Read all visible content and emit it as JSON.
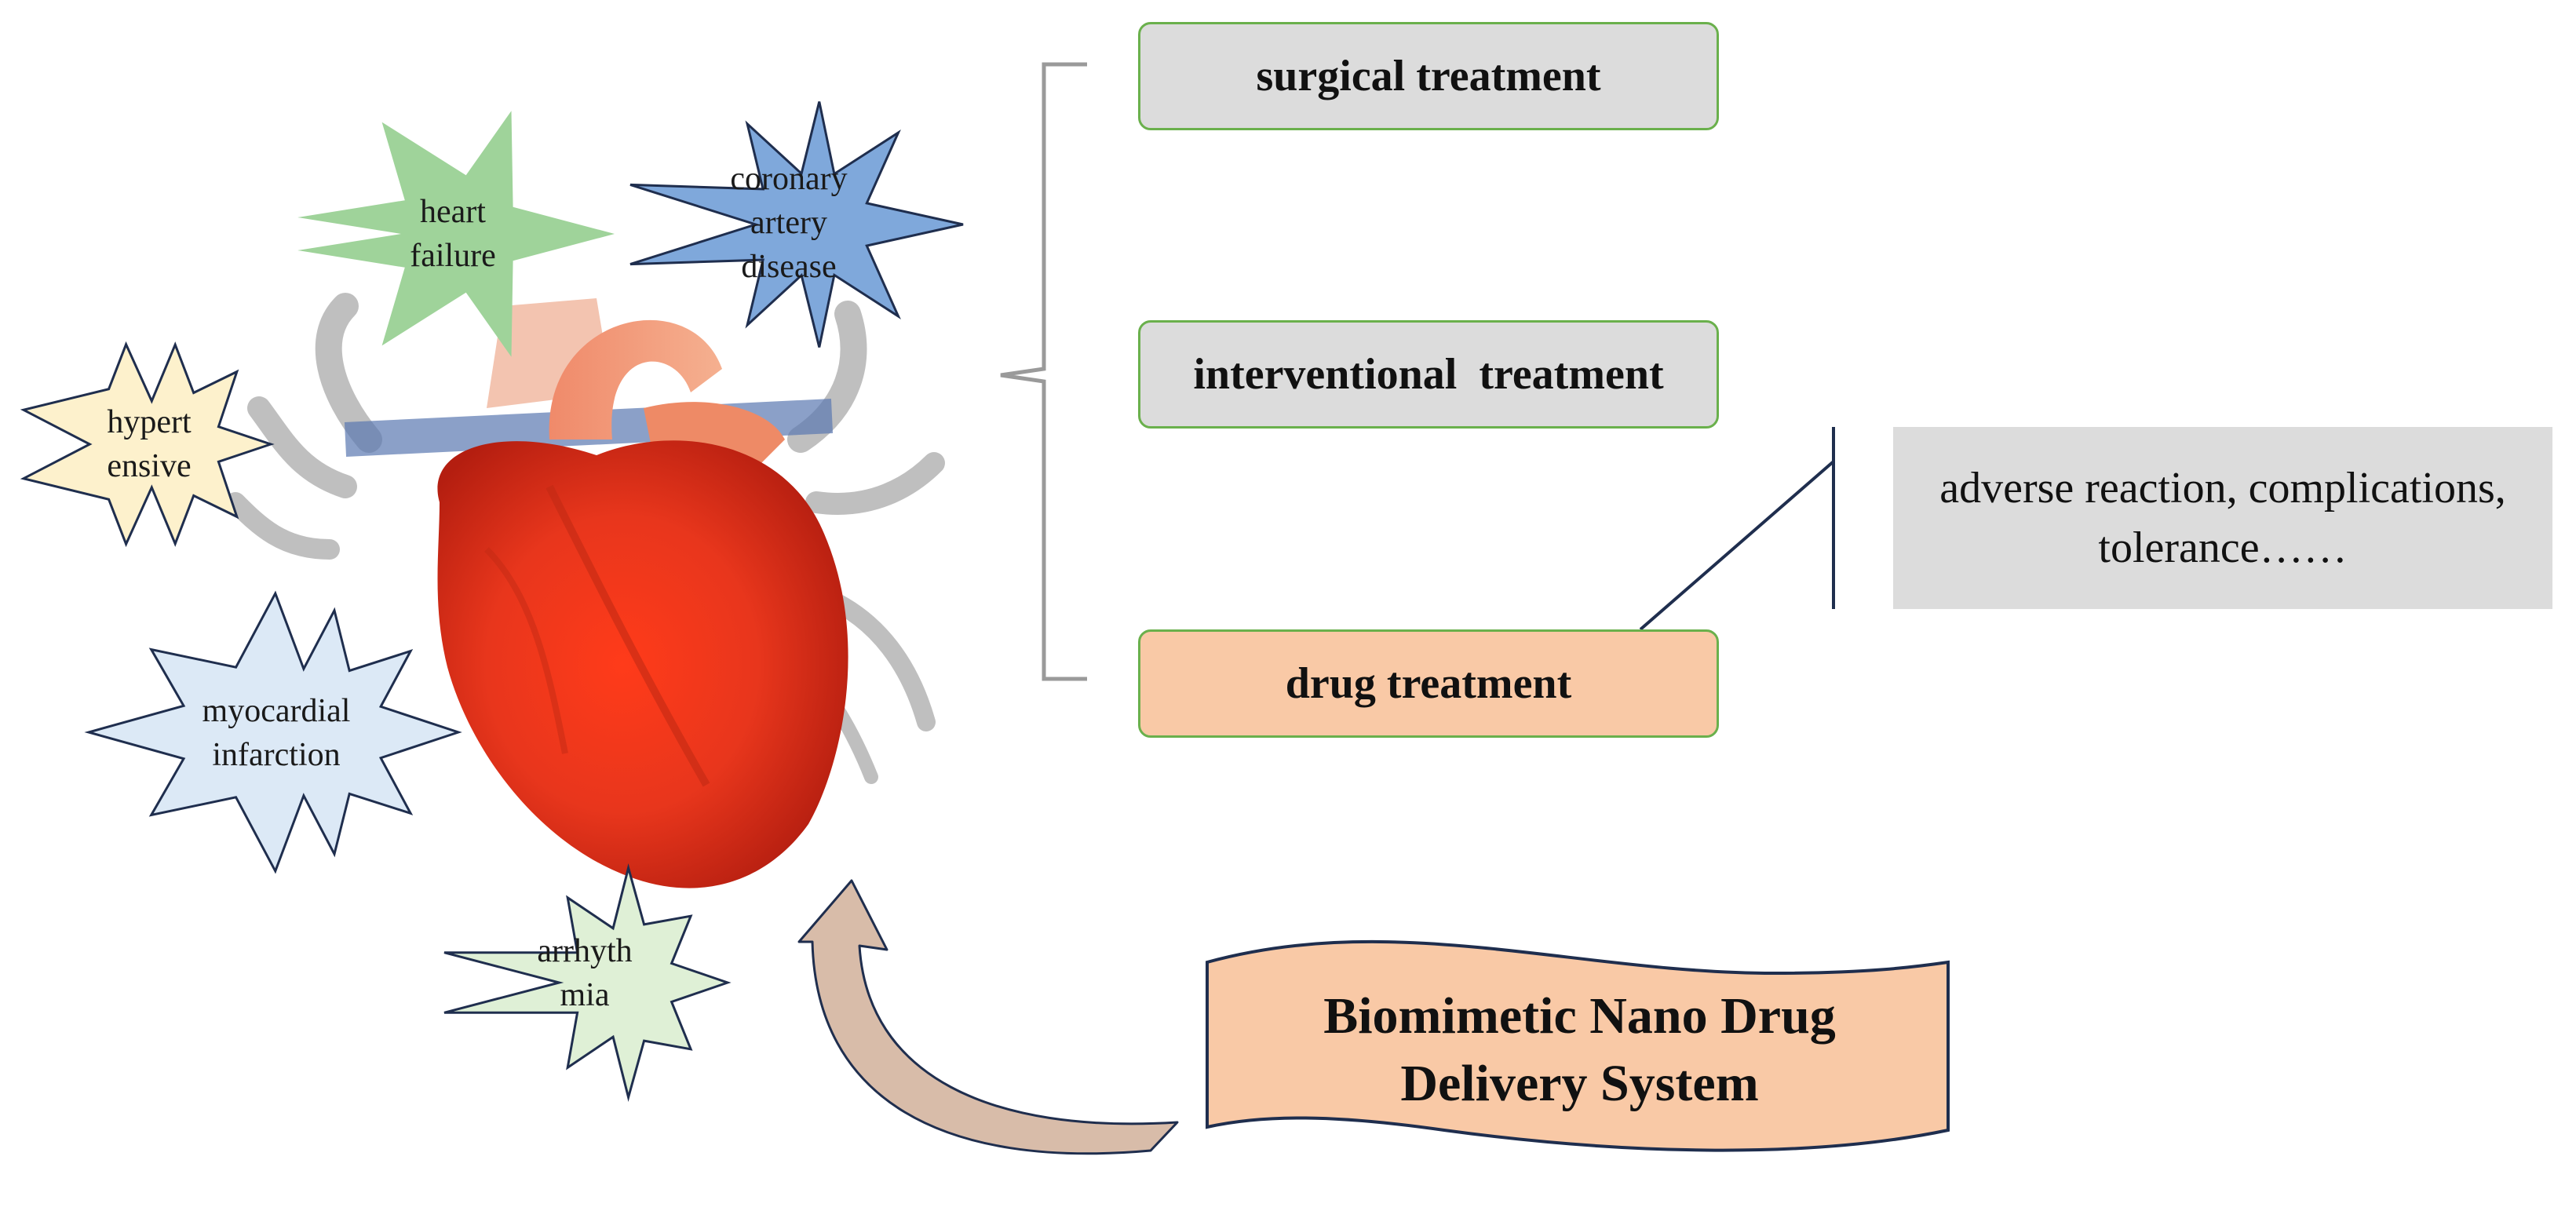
{
  "colors": {
    "green_star": "#9fd39a",
    "blue_star": "#7fa8db",
    "yellow_star": "#fdf1cc",
    "lightblue_star": "#dce9f6",
    "lightgreen_star": "#dff0d6",
    "box_gray": "#dcdcdc",
    "box_orange": "#f9c9a6",
    "box_border_green": "#6ab04c",
    "line_navy": "#1f2e4e",
    "heart_red": "#e8361c"
  },
  "diseases": [
    {
      "id": "heart-failure",
      "lines": [
        "heart",
        "failure"
      ]
    },
    {
      "id": "coronary-artery-disease",
      "lines": [
        "coronary",
        "artery",
        "disease"
      ]
    },
    {
      "id": "hypertensive",
      "lines": [
        "hypert",
        "ensive"
      ]
    },
    {
      "id": "myocardial-infarction",
      "lines": [
        "myocardial",
        "infarction"
      ]
    },
    {
      "id": "arrhythmia",
      "lines": [
        "arrhyth",
        "mia"
      ]
    }
  ],
  "treatments": {
    "surgical": "surgical treatment",
    "interventional": "interventional  treatment",
    "drug": "drug treatment"
  },
  "drug_issues": [
    "adverse reaction, complications,",
    "tolerance……"
  ],
  "system": [
    "Biomimetic Nano Drug",
    "Delivery System"
  ]
}
